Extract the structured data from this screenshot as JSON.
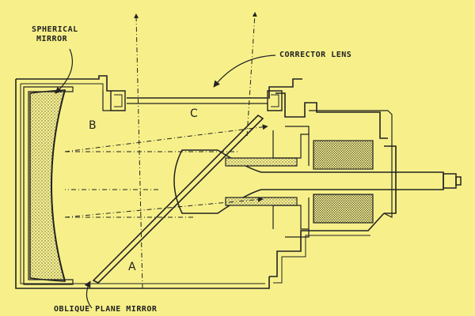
{
  "labels": {
    "spherical_mirror_line1": "SPHERICAL",
    "spherical_mirror_line2": "MIRROR",
    "corrector_lens": "CORRECTOR LENS",
    "oblique_plane_mirror": "OBLIQUE PLANE MIRROR",
    "point_a": "A",
    "point_b": "B",
    "point_c": "C"
  },
  "colors": {
    "background": "#f7f08a",
    "ink": "#222222",
    "stipple": "#555555"
  }
}
